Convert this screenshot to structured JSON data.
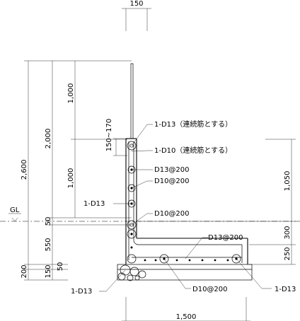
{
  "dimensions": {
    "top_width": "150",
    "total_height": "2,600",
    "height_2000": "2,000",
    "upper_1000": "1,000",
    "lower_1000": "1,000",
    "range_150_170": "150~170",
    "gl_50": "50",
    "wall_550": "550",
    "footing_200": "200",
    "footing_150": "150",
    "footing_50": "50",
    "right_1050": "1,050",
    "right_300": "300",
    "right_250": "250",
    "bottom_width": "1,500"
  },
  "labels": {
    "gl": "GL",
    "rebar_top": "1-D13（連続筋とする）",
    "rebar_second": "1-D10（連続筋とする）",
    "d13_200_wall": "D13@200",
    "d10_200_wall": "D10@200",
    "left_1d13": "1-D13",
    "d10_200_mid": "D10@200",
    "d13_200_slab": "D13@200",
    "d10_200_bottom": "D10@200",
    "right_1d13": "1-D13",
    "bottom_left_1d13": "1-D13"
  }
}
